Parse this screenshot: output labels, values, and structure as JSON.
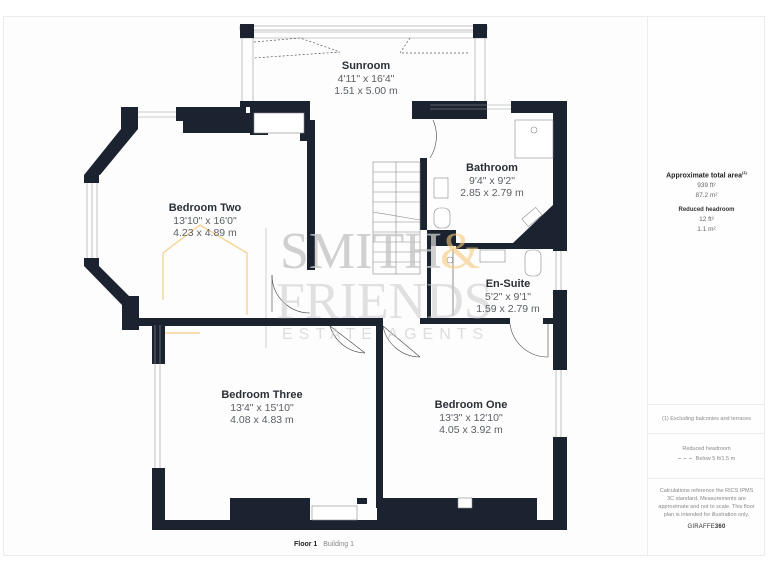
{
  "plan": {
    "floor_label": "Floor 1",
    "building_label": "Building 1",
    "rooms": [
      {
        "name": "Sunroom",
        "imperial": "4'11\" x 16'4\"",
        "metric": "1.51 x 5.00 m"
      },
      {
        "name": "Bedroom Two",
        "imperial": "13'10\" x 16'0\"",
        "metric": "4.23 x 4.89 m"
      },
      {
        "name": "Bathroom",
        "imperial": "9'4\" x 9'2\"",
        "metric": "2.85 x 2.79 m"
      },
      {
        "name": "En-Suite",
        "imperial": "5'2\" x 9'1\"",
        "metric": "1.59 x 2.79 m"
      },
      {
        "name": "Bedroom Three",
        "imperial": "13'4\" x 15'10\"",
        "metric": "4.08 x 4.83 m"
      },
      {
        "name": "Bedroom One",
        "imperial": "13'3\" x 12'10\"",
        "metric": "4.05 x 3.92 m"
      }
    ],
    "colors": {
      "wall": "#1c2330",
      "watermark_logo": "#f5c87a",
      "watermark_text": "#c9c9c9"
    }
  },
  "watermark": {
    "line1": "SMITH",
    "ampersand": "&",
    "line2": "FRIENDS",
    "line3": "ESTATE AGENTS"
  },
  "sidepanel": {
    "total_title": "Approximate total area",
    "total_footnote_mark": "(1)",
    "total_ft": "939 ft²",
    "total_m": "87.2 m²",
    "reduced_title": "Reduced headroom",
    "reduced_ft": "12 ft²",
    "reduced_m": "1.1 m²",
    "footnote": "(1) Excluding balconies and terraces",
    "legend_title": "Reduced headroom",
    "legend_item": "Below 5 ft/1.5 m",
    "disclaimer": "Calculations reference the RICS IPMS 3C standard. Measurements are approximate and not to scale. This floor plan is intended for illustration only.",
    "brand_light": "GIRAFFE",
    "brand_bold": "360"
  }
}
